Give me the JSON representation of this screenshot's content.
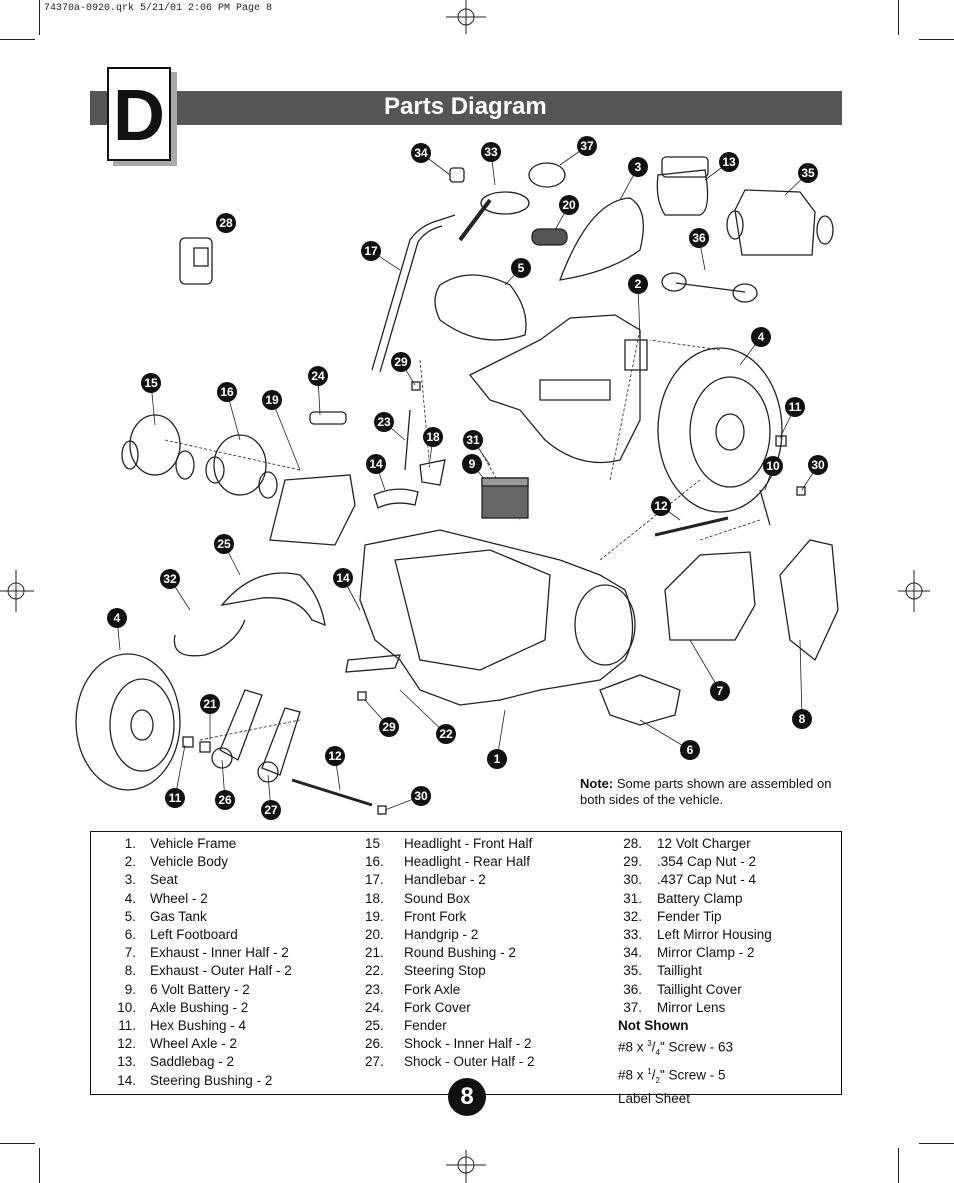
{
  "slug": "74370a-0920.qrk  5/21/01  2:06 PM  Page 8",
  "section_letter": "D",
  "title": "Parts Diagram",
  "callouts": [
    "34",
    "33",
    "37",
    "3",
    "13",
    "35",
    "28",
    "20",
    "17",
    "5",
    "36",
    "2",
    "4",
    "29",
    "15",
    "16",
    "19",
    "24",
    "11",
    "23",
    "18",
    "31",
    "9",
    "14",
    "10",
    "30",
    "12",
    "25",
    "32",
    "14",
    "4",
    "7",
    "8",
    "21",
    "29",
    "22",
    "6",
    "12",
    "1",
    "11",
    "26",
    "27",
    "30"
  ],
  "note_label": "Note:",
  "note_text": " Some parts shown are assembled on both sides of the vehicle.",
  "parts_col1": [
    {
      "num": "1.",
      "label": "Vehicle Frame"
    },
    {
      "num": "2.",
      "label": "Vehicle Body"
    },
    {
      "num": "3.",
      "label": "Seat"
    },
    {
      "num": "4.",
      "label": "Wheel - 2"
    },
    {
      "num": "5.",
      "label": "Gas Tank"
    },
    {
      "num": "6.",
      "label": "Left Footboard"
    },
    {
      "num": "7.",
      "label": "Exhaust - Inner Half - 2"
    },
    {
      "num": "8.",
      "label": "Exhaust - Outer Half - 2"
    },
    {
      "num": "9.",
      "label": "6 Volt Battery - 2"
    },
    {
      "num": "10.",
      "label": "Axle Bushing - 2"
    },
    {
      "num": "11.",
      "label": "Hex Bushing - 4"
    },
    {
      "num": "12.",
      "label": "Wheel Axle - 2"
    },
    {
      "num": "13.",
      "label": "Saddlebag - 2"
    },
    {
      "num": "14.",
      "label": "Steering Bushing - 2"
    }
  ],
  "parts_col2": [
    {
      "num": "15",
      "label": "Headlight - Front Half"
    },
    {
      "num": "16.",
      "label": "Headlight - Rear Half"
    },
    {
      "num": "17.",
      "label": "Handlebar - 2"
    },
    {
      "num": "18.",
      "label": "Sound Box"
    },
    {
      "num": "19.",
      "label": "Front Fork"
    },
    {
      "num": "20.",
      "label": "Handgrip - 2"
    },
    {
      "num": "21.",
      "label": "Round Bushing - 2"
    },
    {
      "num": "22.",
      "label": "Steering Stop"
    },
    {
      "num": "23.",
      "label": "Fork Axle"
    },
    {
      "num": "24.",
      "label": "Fork Cover"
    },
    {
      "num": "25.",
      "label": "Fender"
    },
    {
      "num": "26.",
      "label": "Shock - Inner Half - 2"
    },
    {
      "num": "27.",
      "label": "Shock - Outer Half - 2"
    }
  ],
  "parts_col3": [
    {
      "num": "28.",
      "label": "12 Volt Charger"
    },
    {
      "num": "29.",
      "label": ".354 Cap Nut - 2"
    },
    {
      "num": "30.",
      "label": ".437 Cap Nut - 4"
    },
    {
      "num": "31.",
      "label": "Battery Clamp"
    },
    {
      "num": "32.",
      "label": "Fender Tip"
    },
    {
      "num": "33.",
      "label": "Left Mirror Housing"
    },
    {
      "num": "34.",
      "label": "Mirror Clamp - 2"
    },
    {
      "num": "35.",
      "label": "Taillight"
    },
    {
      "num": "36.",
      "label": "Taillight Cover"
    },
    {
      "num": "37.",
      "label": "Mirror Lens"
    }
  ],
  "not_shown": {
    "heading": "Not Shown",
    "screw1_prefix": "#8 x ",
    "screw1_frac_num": "3",
    "screw1_frac_den": "4",
    "screw1_suffix": "\" Screw - 63",
    "screw2_prefix": "#8 x ",
    "screw2_frac_num": "1",
    "screw2_frac_den": "2",
    "screw2_suffix": "\" Screw - 5",
    "label_sheet": "Label Sheet"
  },
  "page_number": "8",
  "colors": {
    "header_bar": "#555555",
    "callout": "#111111",
    "text": "#111111"
  }
}
